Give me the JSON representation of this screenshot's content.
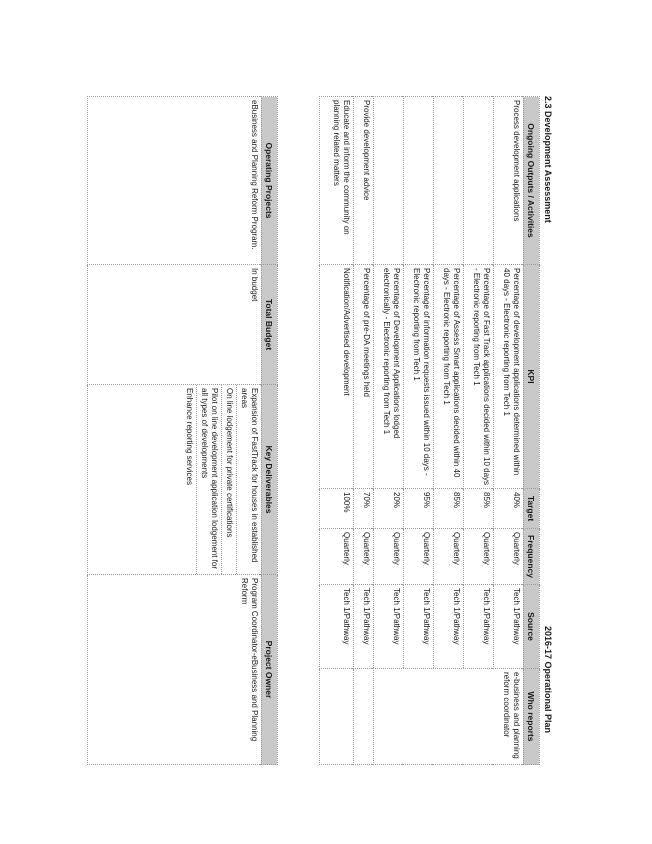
{
  "section_title": "2.3 Development Assessment",
  "plan_title": "2016-17 Operational Plan",
  "ongoing": {
    "headers": [
      "Ongoing Outputs / Activities",
      "KPI",
      "Target",
      "Frequency",
      "Source",
      "Who reports"
    ],
    "rows": [
      {
        "activity": "Process development applications",
        "kpi": "Percentage of development applications determined within 40 days - Electronic reporting from Tech 1",
        "target": "40%",
        "frequency": "Quarterly",
        "source": "Tech 1/Pathway",
        "who": "e-business and planning reform coordinator"
      },
      {
        "activity": "",
        "kpi": "Percentage of Fast Track applications decided within 10 days - Electronic reporting from Tech 1",
        "target": "85%",
        "frequency": "Quarterly",
        "source": "Tech 1/Pathway",
        "who": ""
      },
      {
        "activity": "",
        "kpi": "Percentage of Assess Smart applications decided within 40 days - Electronic reporting from Tech 1",
        "target": "85%",
        "frequency": "Quarterly",
        "source": "Tech 1/Pathway",
        "who": ""
      },
      {
        "activity": "",
        "kpi": "Percentage of information requests issued within 10 days - Electronic reporting from Tech 1",
        "target": "95%",
        "frequency": "Quarterly",
        "source": "Tech 1/Pathway",
        "who": ""
      },
      {
        "activity": "",
        "kpi": "Percentage of Development Applications lodged electronically - Electronic reporting from Tech 1",
        "target": "20%",
        "frequency": "Quarterly",
        "source": "Tech 1/Pathway",
        "who": ""
      },
      {
        "activity": "Provide development advice",
        "kpi": "Percentage of pre-DA meetings held",
        "target": "70%",
        "frequency": "Quarterly",
        "source": "Tech 1/Pathway",
        "who": ""
      },
      {
        "activity": "Educate and inform the community on planning related matters",
        "kpi": "Notification/Advertised development",
        "target": "100%",
        "frequency": "Quarterly",
        "source": "Tech 1/Pathway",
        "who": ""
      }
    ]
  },
  "projects": {
    "headers": [
      "Operating Projects",
      "Total Budget",
      "Key Deliverables",
      "Project Owner"
    ],
    "project": "eBusiness and Planning Reform Program.",
    "budget": "In budget",
    "deliverables": [
      "Expansion of FastTrack for houses in established areas",
      "On line lodgement for private certifications",
      "Pilot on line development application lodgement for all types of developments",
      "Enhance reporting services"
    ],
    "owner": "Program Coordinator-eBusiness and Planning Reform"
  }
}
